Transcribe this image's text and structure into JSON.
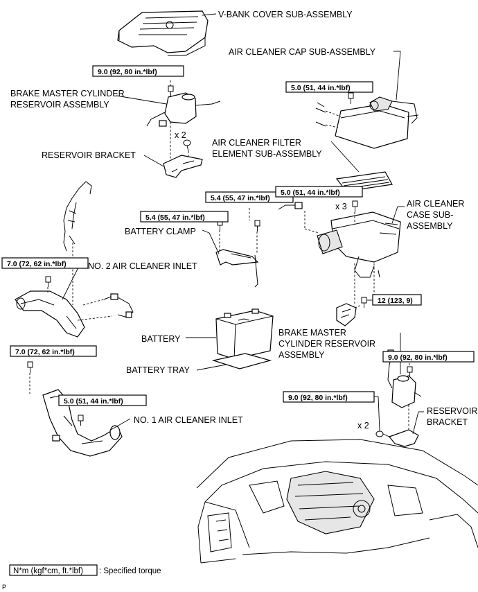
{
  "labels": {
    "v_bank_cover": "V-BANK COVER SUB-ASSEMBLY",
    "air_cleaner_cap": "AIR CLEANER CAP SUB-ASSEMBLY",
    "brake_master_top_1": "BRAKE MASTER CYLINDER",
    "brake_master_top_2": "RESERVOIR ASSEMBLY",
    "reservoir_bracket_top": "RESERVOIR BRACKET",
    "filter_element_1": "AIR CLEANER FILTER",
    "filter_element_2": "ELEMENT SUB-ASSEMBLY",
    "case_sub_1": "AIR CLEANER",
    "case_sub_2": "CASE SUB-",
    "case_sub_3": "ASSEMBLY",
    "battery_clamp": "BATTERY CLAMP",
    "no2_inlet": "NO. 2 AIR CLEANER INLET",
    "battery": "BATTERY",
    "battery_tray": "BATTERY TRAY",
    "brake_master_bot_1": "BRAKE MASTER",
    "brake_master_bot_2": "CYLINDER RESERVOIR",
    "brake_master_bot_3": "ASSEMBLY",
    "reservoir_bracket_bot_1": "RESERVOIR",
    "reservoir_bracket_bot_2": "BRACKET",
    "no1_inlet": "NO. 1 AIR CLEANER INLET",
    "qty_x2_top": "x 2",
    "qty_x3": "x 3",
    "qty_x2_bot": "x 2"
  },
  "torques": {
    "t_90_top": "9.0 (92, 80 in.*lbf)",
    "t_50_cap": "5.0 (51, 44 in.*lbf)",
    "t_54_a": "5.4 (55, 47 in.*lbf)",
    "t_50_case": "5.0 (51, 44 in.*lbf)",
    "t_54_b": "5.4 (55, 47 in.*lbf)",
    "t_70_a": "7.0 (72, 62 in.*lbf)",
    "t_12": "12 (123, 9)",
    "t_70_b": "7.0 (72, 62 in.*lbf)",
    "t_90_right": "9.0 (92, 80 in.*lbf)",
    "t_90_left": "9.0 (92, 80 in.*lbf)",
    "t_50_inlet": "5.0 (51, 44 in.*lbf)"
  },
  "legend": {
    "box": "N*m (kgf*cm, ft.*lbf)",
    "text": ": Specified torque"
  },
  "corner_mark": "P"
}
